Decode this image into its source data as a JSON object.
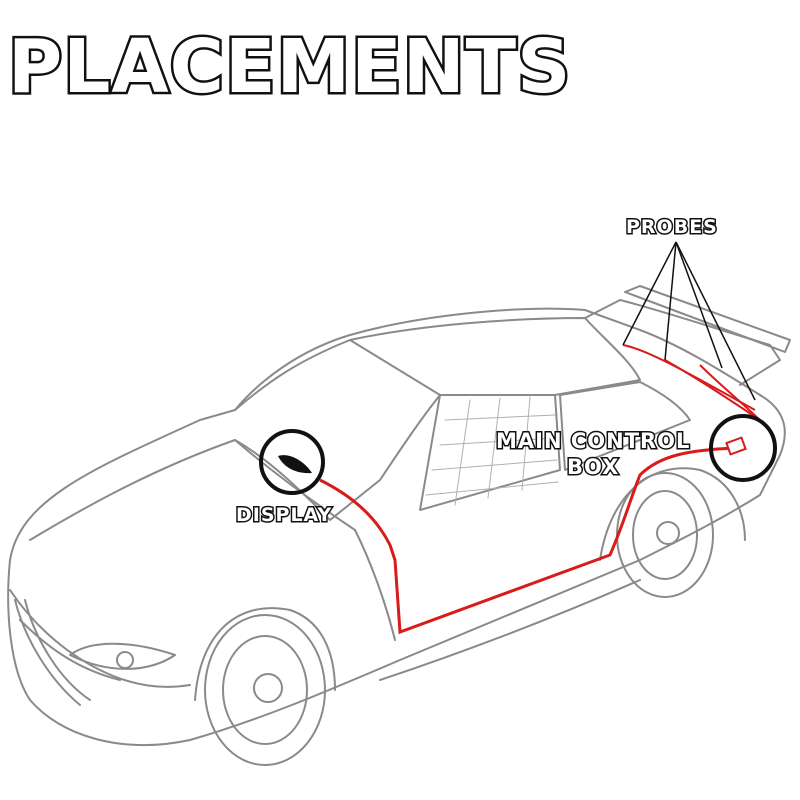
{
  "title": "PLACEMENTS",
  "labels": {
    "probes": "PROBES",
    "display": "DISPLAY",
    "main_control_line1": "MAIN CONTROL",
    "main_control_line2": "BOX"
  },
  "colors": {
    "outline": "#111111",
    "wire": "#d81b1b",
    "car_line": "#8a8a8a"
  },
  "icons": [
    "car-outline-icon",
    "display-device-icon",
    "control-box-icon"
  ]
}
